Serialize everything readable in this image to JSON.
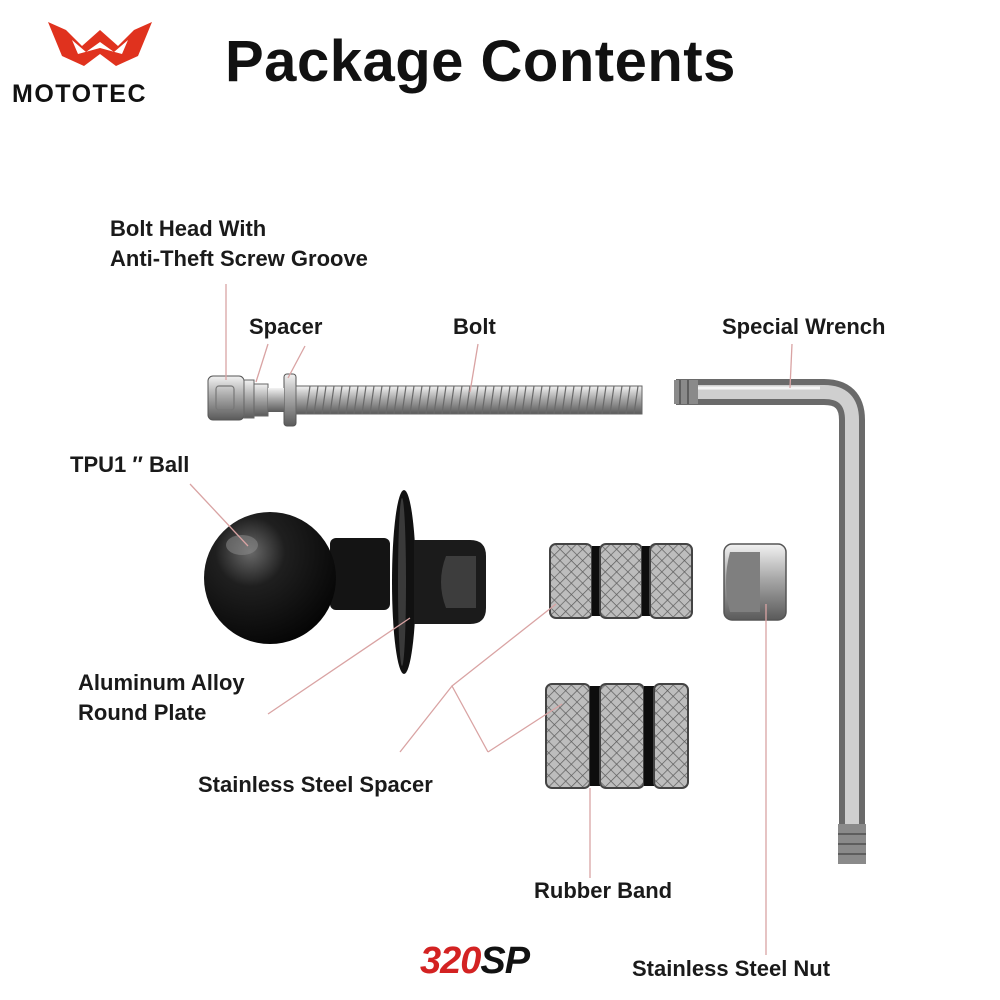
{
  "brand": {
    "name": "MOTOTEC"
  },
  "title": "Package Contents",
  "labels": {
    "bolt_head_line1": "Bolt Head With",
    "bolt_head_line2": "Anti-Theft Screw Groove",
    "spacer": "Spacer",
    "bolt": "Bolt",
    "special_wrench": "Special Wrench",
    "tpu_ball": "TPU1 ″  Ball",
    "round_plate_line1": "Aluminum Alloy",
    "round_plate_line2": "Round Plate",
    "stainless_spacer": "Stainless Steel Spacer",
    "rubber_band": "Rubber Band",
    "stainless_nut": "Stainless Steel Nut"
  },
  "badge": {
    "number": "320",
    "suffix": "SP"
  },
  "colors": {
    "logo_red": "#e0321e",
    "leader_line": "#d9a3a3",
    "text": "#1a1a1a"
  }
}
